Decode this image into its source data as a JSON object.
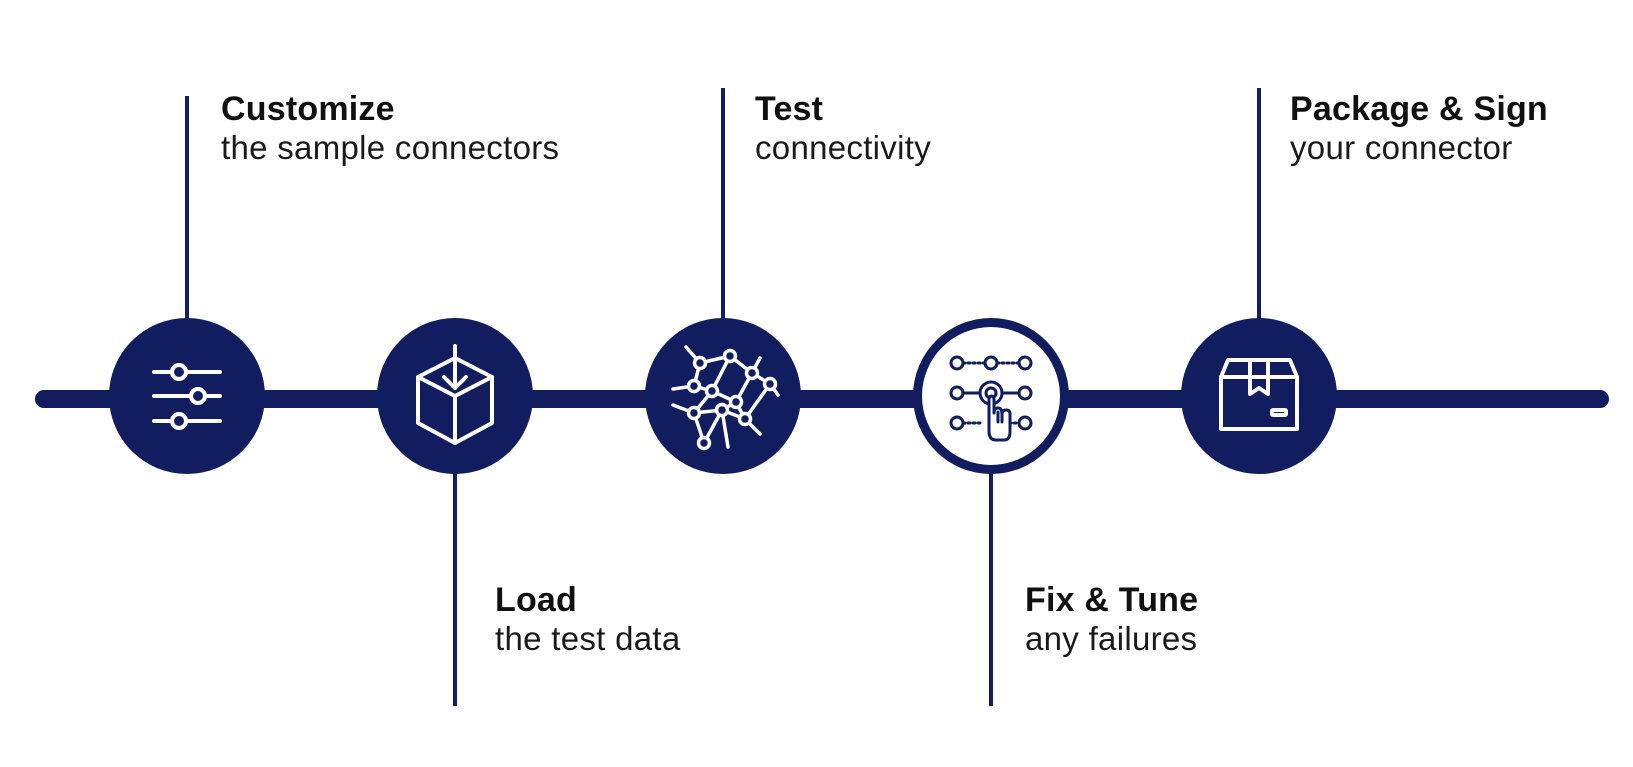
{
  "colors": {
    "primary": "#121d5f",
    "icon": "#ffffff",
    "text": "#111111",
    "background": "#ffffff"
  },
  "steps": [
    {
      "title": "Customize",
      "subtitle": "the sample connectors",
      "icon": "sliders-icon",
      "label_position": "above",
      "highlighted": false
    },
    {
      "title": "Load",
      "subtitle": "the test data",
      "icon": "box-download-icon",
      "label_position": "below",
      "highlighted": false
    },
    {
      "title": "Test",
      "subtitle": "connectivity",
      "icon": "network-icon",
      "label_position": "above",
      "highlighted": false
    },
    {
      "title": "Fix & Tune",
      "subtitle": "any failures",
      "icon": "node-grid-pointer-icon",
      "label_position": "below",
      "highlighted": true
    },
    {
      "title": "Package & Sign",
      "subtitle": "your connector",
      "icon": "package-icon",
      "label_position": "above",
      "highlighted": false
    }
  ]
}
